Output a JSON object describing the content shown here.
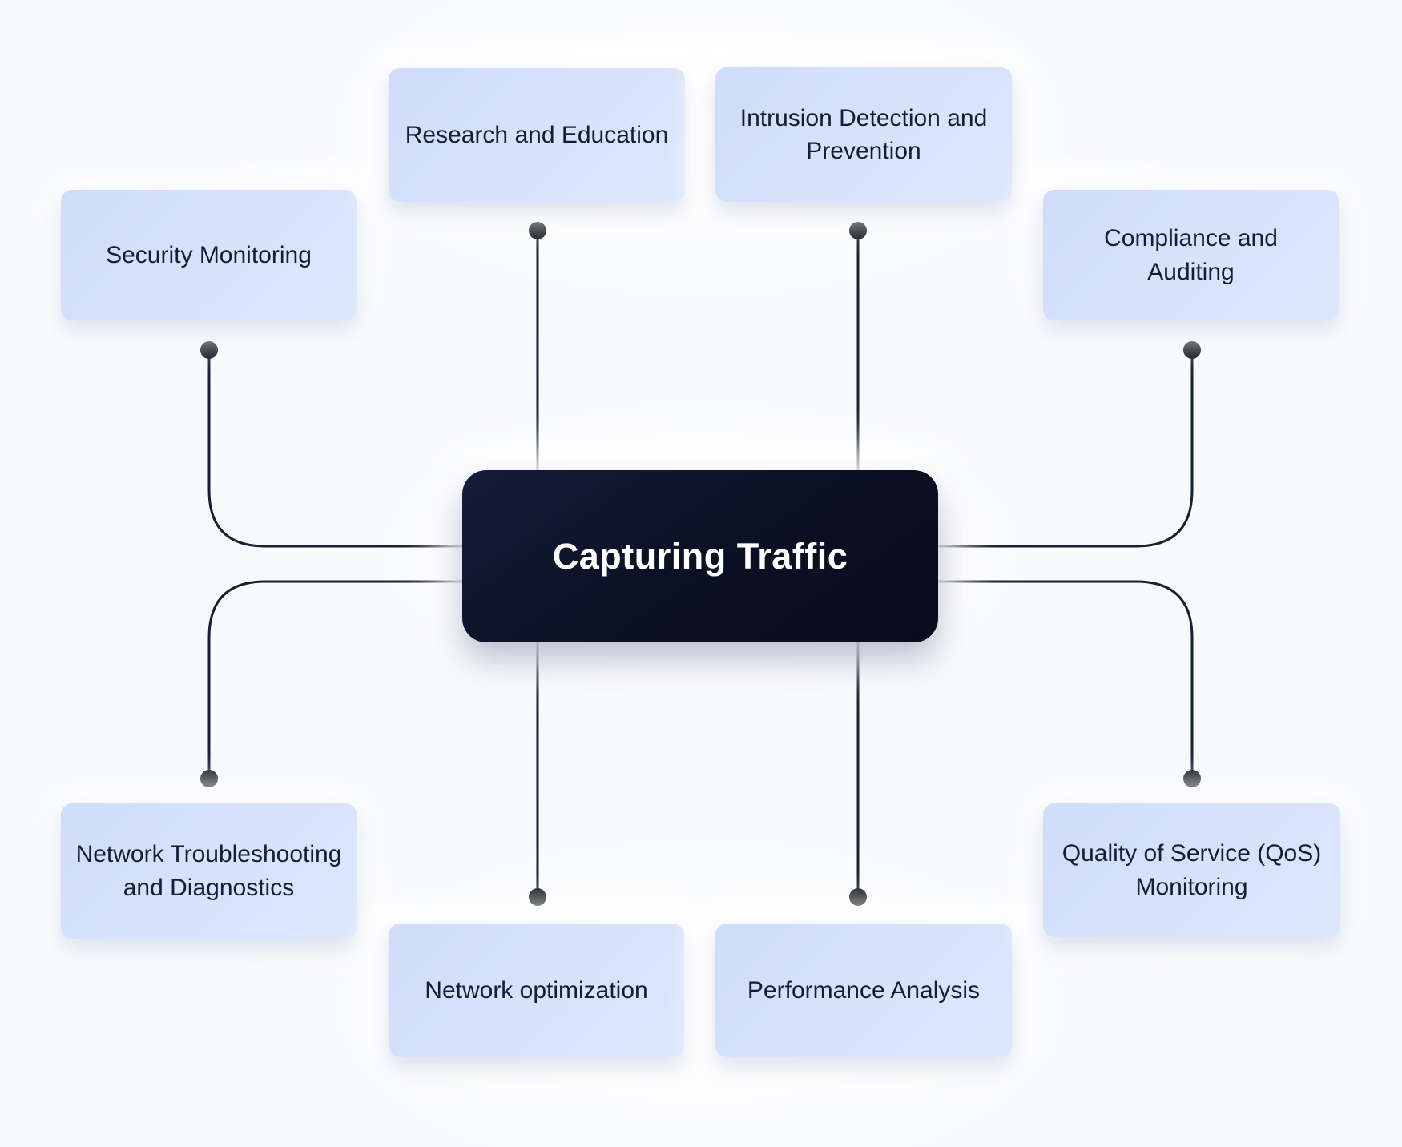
{
  "diagram": {
    "center": {
      "label": "Capturing Traffic"
    },
    "nodes": [
      {
        "id": "security-monitoring",
        "label": "Security Monitoring",
        "position": "upper-left"
      },
      {
        "id": "research-education",
        "label": "Research and Education",
        "position": "top-left"
      },
      {
        "id": "intrusion-detection",
        "label": "Intrusion Detection and\nPrevention",
        "position": "top-right"
      },
      {
        "id": "compliance-auditing",
        "label": "Compliance and\nAuditing",
        "position": "upper-right"
      },
      {
        "id": "network-troubleshooting",
        "label": "Network Troubleshooting\nand Diagnostics",
        "position": "lower-left"
      },
      {
        "id": "network-optimization",
        "label": "Network optimization",
        "position": "bottom-left"
      },
      {
        "id": "performance-analysis",
        "label": "Performance Analysis",
        "position": "bottom-right"
      },
      {
        "id": "qos-monitoring",
        "label": "Quality of Service (QoS)\nMonitoring",
        "position": "lower-right"
      }
    ]
  },
  "colors": {
    "background": "#f7f9fc",
    "node_fill": "#d7e1fb",
    "node_text": "#151c36",
    "center_fill": "#0b1124",
    "center_text": "#ffffff",
    "connector": "#191f33",
    "dot": "#0d0f16"
  }
}
